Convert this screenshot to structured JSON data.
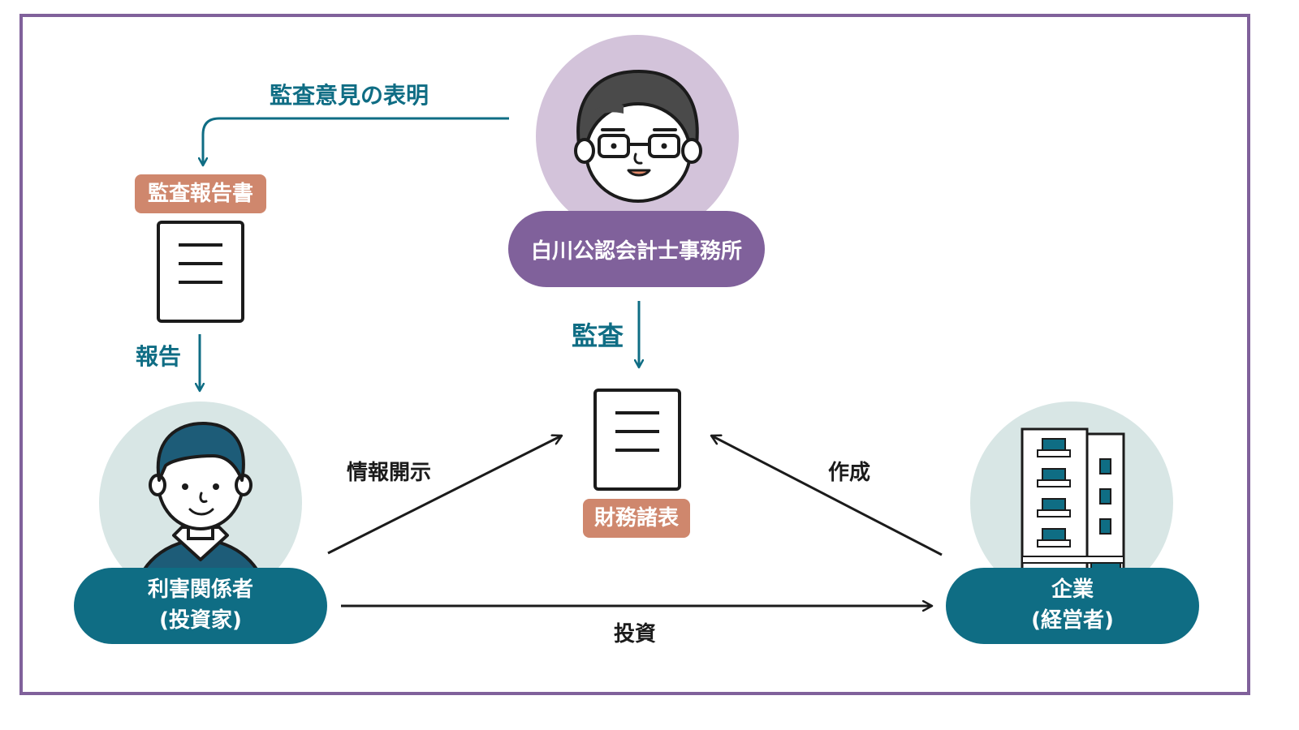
{
  "colors": {
    "frame": "#80619b",
    "teal": "#0f6d84",
    "purple": "#80619b",
    "terracotta": "#cf876d",
    "auditor_circle": "#d3c3da",
    "light_circle": "#d8e6e5",
    "arrow_dark": "#1b1b1b"
  },
  "auditor": {
    "name": "白川公認会計士事務所",
    "icon": "auditor-glasses-person-icon"
  },
  "audit_opinion_label": "監査意見の表明",
  "audit_report": {
    "tag": "監査報告書",
    "icon": "document-icon"
  },
  "report_label": "報告",
  "audit_label": "監査",
  "financial_statements": {
    "tag": "財務諸表",
    "icon": "document-icon"
  },
  "stakeholder": {
    "line1": "利害関係者",
    "line2": "(投資家)",
    "icon": "investor-person-icon"
  },
  "company": {
    "line1": "企業",
    "line2": "(経営者)",
    "icon": "office-building-icon"
  },
  "disclosure_label": "情報開示",
  "creation_label": "作成",
  "investment_label": "投資"
}
